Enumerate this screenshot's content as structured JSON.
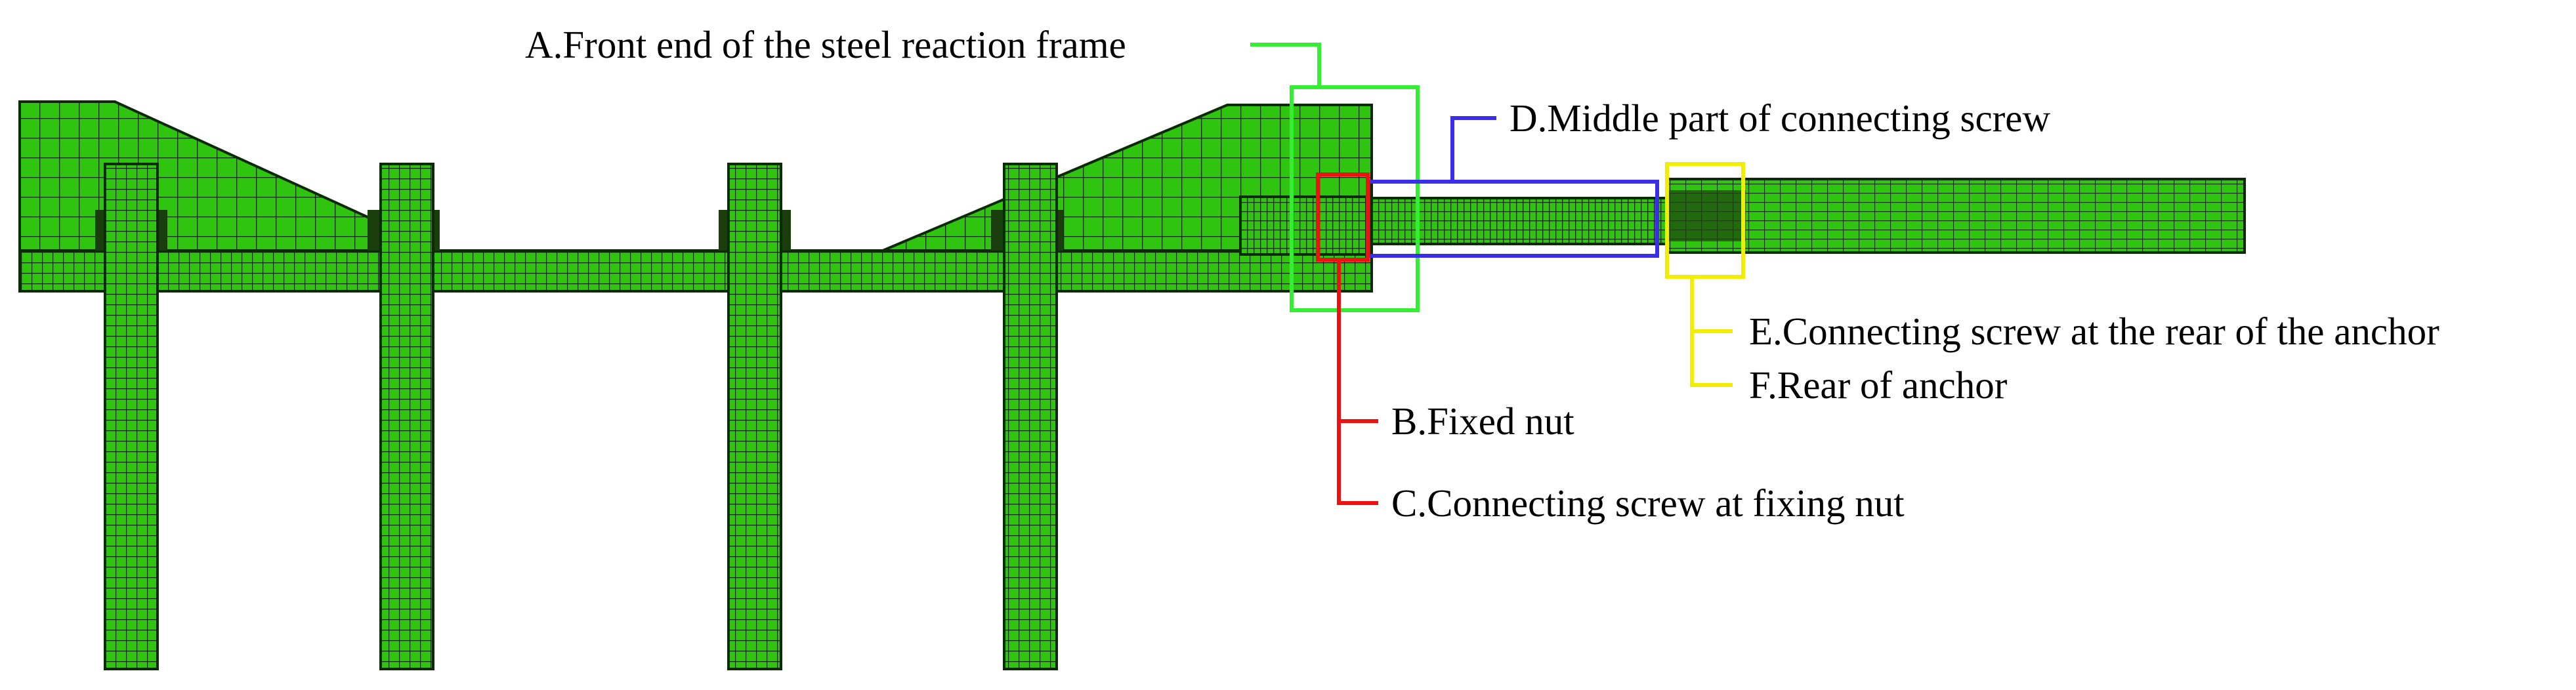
{
  "colors": {
    "mesh_fill": "#2fc40f",
    "mesh_line": "#0b2a06",
    "box_A": "#33ee33",
    "box_B": "#ee1111",
    "box_D": "#3a2ee8",
    "box_E": "#f2ee00"
  },
  "labels": {
    "A": "A.Front end of the steel reaction frame",
    "B": "B.Fixed nut",
    "C": "C.Connecting screw at fixing nut",
    "D": "D.Middle part of connecting screw",
    "E": "E.Connecting screw at the rear of the anchor",
    "F": "F.Rear of anchor"
  }
}
